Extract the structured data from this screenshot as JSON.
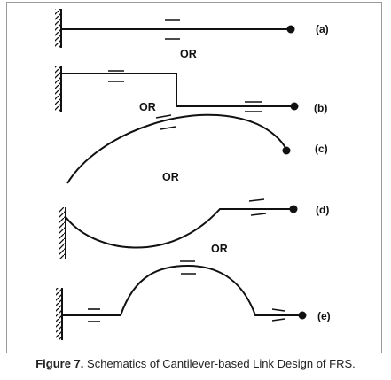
{
  "variants": [
    {
      "id": "a",
      "label": "(a)"
    },
    {
      "id": "b",
      "label": "(b)"
    },
    {
      "id": "c",
      "label": "(c)"
    },
    {
      "id": "d",
      "label": "(d)"
    },
    {
      "id": "e",
      "label": "(e)"
    }
  ],
  "separator_text": "OR",
  "caption": {
    "label": "Figure 7.",
    "text": " Schematics of Cantilever-based Link Design of FRS."
  }
}
